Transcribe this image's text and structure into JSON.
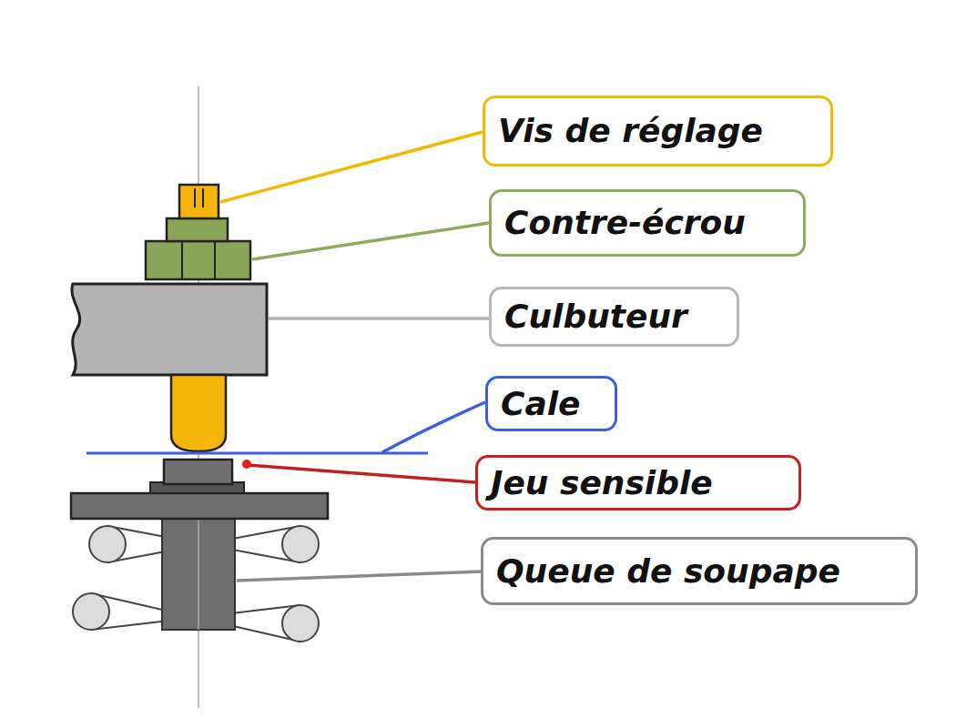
{
  "diagram": {
    "nodes": [
      {
        "text": [
          "Vis de réglage"
        ]
      },
      {
        "text": [
          "Contre-écrou"
        ]
      },
      {
        "text": [
          "Culbuteur"
        ]
      },
      {
        "text": [
          "Cale"
        ]
      },
      {
        "text": [
          "Jeu sensible"
        ]
      },
      {
        "text": [
          "Queue de soupape"
        ]
      }
    ]
  }
}
